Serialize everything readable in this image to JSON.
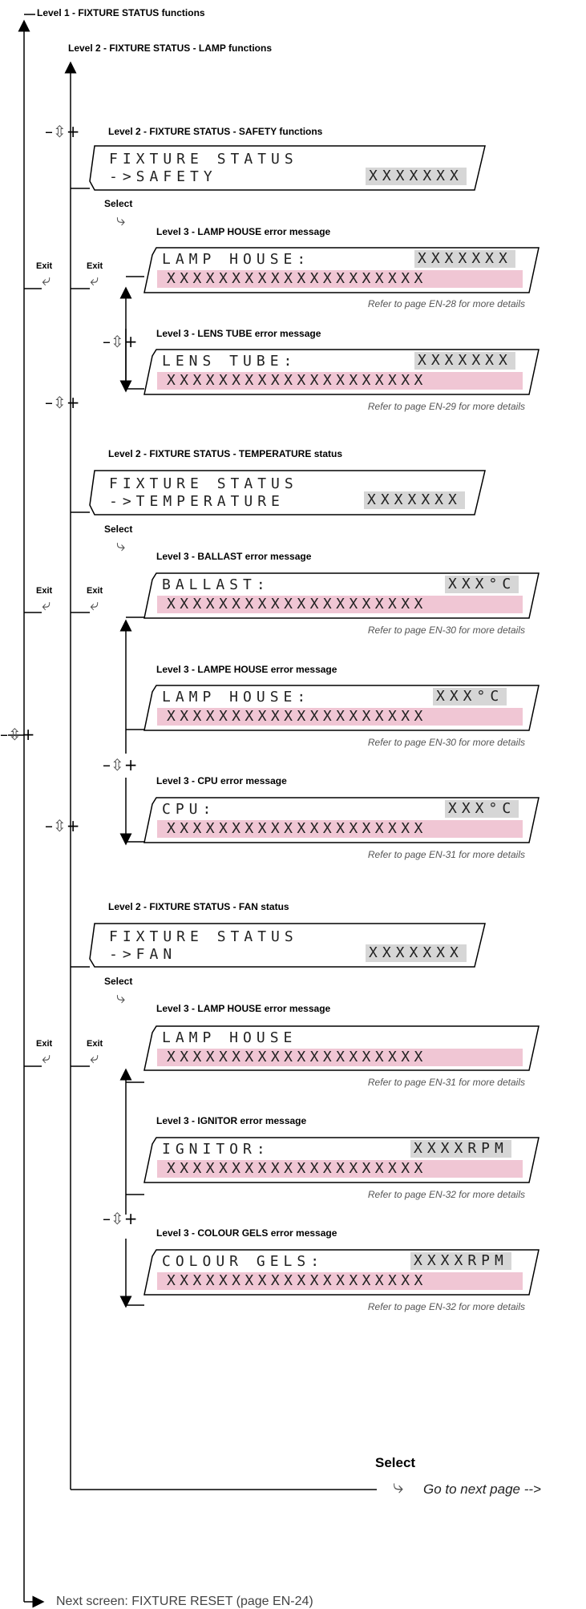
{
  "level1_title": "Level 1 - FIXTURE STATUS functions",
  "level2_lamp_title": "Level 2 - FIXTURE STATUS - LAMP functions",
  "controls": {
    "minus": "–",
    "plus": "+",
    "select": "Select",
    "exit": "Exit"
  },
  "safety": {
    "title": "Level 2 - FIXTURE STATUS - SAFETY functions",
    "line1": "FIXTURE STATUS",
    "line2": "->SAFETY",
    "value": "XXXXXXX",
    "items": [
      {
        "title": "Level 3 - LAMP HOUSE error message",
        "label": "LAMP HOUSE:",
        "value": "XXXXXXX",
        "message": "XXXXXXXXXXXXXXXXXXXX",
        "ref": "Refer to page EN-28 for more details"
      },
      {
        "title": "Level 3 - LENS TUBE error message",
        "label": "LENS TUBE:",
        "value": "XXXXXXX",
        "message": "XXXXXXXXXXXXXXXXXXXX",
        "ref": "Refer to page EN-29 for more details"
      }
    ]
  },
  "temperature": {
    "title": "Level 2 - FIXTURE STATUS - TEMPERATURE status",
    "line1": "FIXTURE STATUS",
    "line2": "->TEMPERATURE",
    "value": "XXXXXXX",
    "items": [
      {
        "title": "Level 3 - BALLAST error message",
        "label": "BALLAST:",
        "value": "XXX°C",
        "message": "XXXXXXXXXXXXXXXXXXXX",
        "ref": "Refer to page EN-30 for more details"
      },
      {
        "title": "Level 3 - LAMPE HOUSE error message",
        "label": "LAMP HOUSE:",
        "value": "XXX°C",
        "message": "XXXXXXXXXXXXXXXXXXXX",
        "ref": "Refer to page EN-30 for more details"
      },
      {
        "title": "Level 3 - CPU error message",
        "label": "CPU:",
        "value": "XXX°C",
        "message": "XXXXXXXXXXXXXXXXXXXX",
        "ref": "Refer to page EN-31 for more details"
      }
    ]
  },
  "fan": {
    "title": "Level 2 - FIXTURE STATUS - FAN status",
    "line1": "FIXTURE STATUS",
    "line2": "->FAN",
    "value": "XXXXXXX",
    "items": [
      {
        "title": "Level 3 - LAMP HOUSE error message",
        "label": "LAMP HOUSE",
        "value": "",
        "message": "XXXXXXXXXXXXXXXXXXXX",
        "ref": "Refer to page EN-31 for more details"
      },
      {
        "title": "Level 3 - IGNITOR error message",
        "label": "IGNITOR:",
        "value": "XXXXRPM",
        "message": "XXXXXXXXXXXXXXXXXXXX",
        "ref": "Refer to page EN-32 for more details"
      },
      {
        "title": "Level 3 - COLOUR GELS error message",
        "label": "COLOUR GELS:",
        "value": "XXXXRPM",
        "message": "XXXXXXXXXXXXXXXXXXXX",
        "ref": "Refer to page EN-32 for more details"
      }
    ]
  },
  "footer": {
    "select": "Select",
    "next_page": "Go to next page -->",
    "next_screen": "Next screen: FIXTURE RESET (page EN-24)"
  }
}
